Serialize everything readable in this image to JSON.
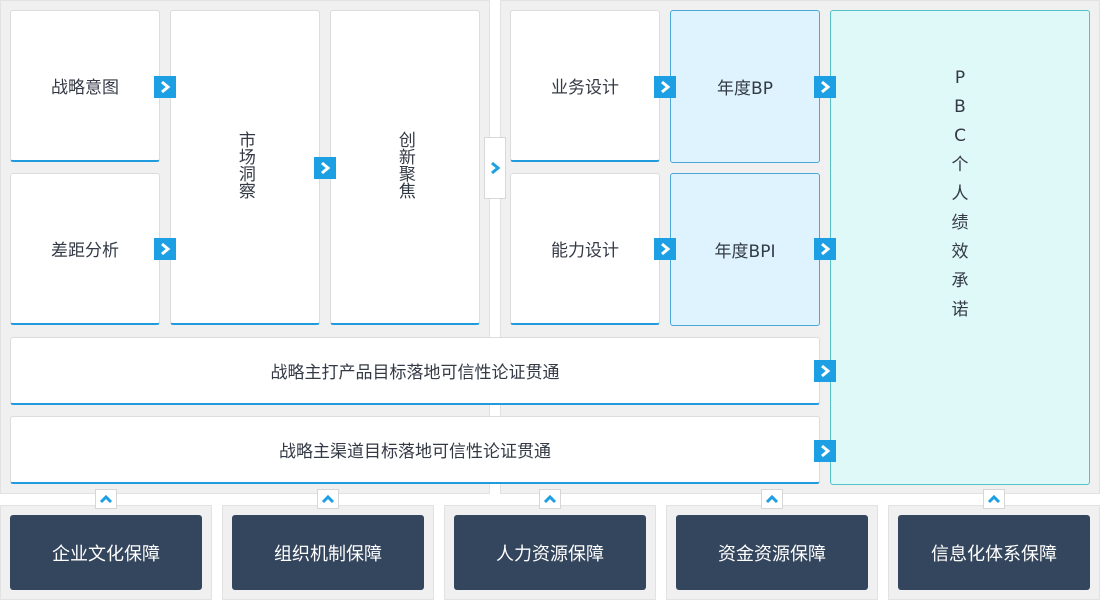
{
  "colors": {
    "accent_arrow": "#1d9fe3",
    "card_underline": "#1f9bde",
    "panel_bg": "#f0f0f0",
    "light_blue_card": "#def3fd",
    "teal_card": "#dff8f8",
    "base_button": "#34465d"
  },
  "left": {
    "strategy_intent": "战略意图",
    "gap_analysis": "差距分析",
    "market_insight": "市场洞察",
    "innovation_focus": "创新聚焦"
  },
  "right": {
    "business_design": "业务设计",
    "capability_design": "能力设计",
    "annual_bp": "年度BP",
    "annual_bpi": "年度BPI",
    "pbc_chars": [
      "P",
      "B",
      "C",
      "个",
      "人",
      "绩",
      "效",
      "承",
      "诺"
    ]
  },
  "bars": {
    "product": "战略主打产品目标落地可信性论证贯通",
    "channel": "战略主渠道目标落地可信性论证贯通"
  },
  "foundations": [
    "企业文化保障",
    "组织机制保障",
    "人力资源保障",
    "资金资源保障",
    "信息化体系保障"
  ],
  "icons": {
    "arrow": "chevron-right-icon",
    "up": "chevron-up-icon"
  }
}
